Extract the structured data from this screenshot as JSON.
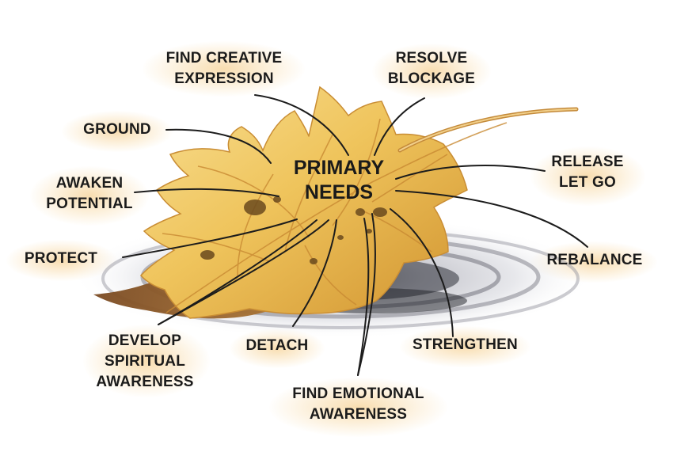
{
  "center": {
    "line1": "PRIMARY",
    "line2": "NEEDS"
  },
  "labels": {
    "find_creative": {
      "line1": "FIND CREATIVE",
      "line2": "EXPRESSION"
    },
    "resolve": {
      "line1": "RESOLVE",
      "line2": "BLOCKAGE"
    },
    "ground": {
      "line1": "GROUND"
    },
    "release": {
      "line1": "RELEASE",
      "line2": "LET GO"
    },
    "awaken": {
      "line1": "AWAKEN",
      "line2": "POTENTIAL"
    },
    "protect": {
      "line1": "PROTECT"
    },
    "rebalance": {
      "line1": "REBALANCE"
    },
    "develop": {
      "line1": "DEVELOP",
      "line2": "SPIRITUAL",
      "line3": "AWARENESS"
    },
    "detach": {
      "line1": "DETACH"
    },
    "strengthen": {
      "line1": "STRENGTHEN"
    },
    "find_emotional": {
      "line1": "FIND EMOTIONAL",
      "line2": "AWARENESS"
    }
  },
  "colors": {
    "leaf_light": "#f6d98a",
    "leaf_mid": "#e9b448",
    "leaf_dark": "#b9782a",
    "leaf_shadow": "#8a5a2a",
    "water": "#9a9ba6",
    "connector": "#1c1c1c",
    "label_glow": "#f4cf96"
  }
}
